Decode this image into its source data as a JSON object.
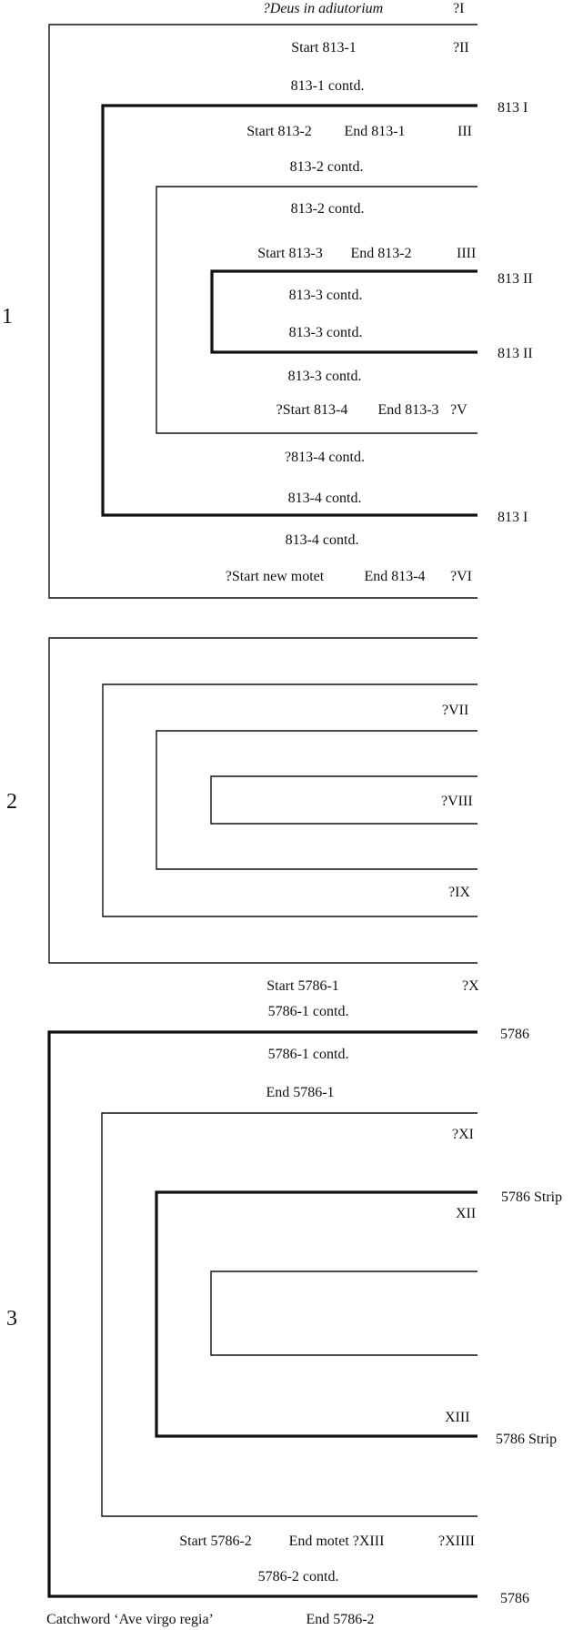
{
  "groups": [
    "1",
    "2",
    "3"
  ],
  "group1": {
    "top_label": "?Deus in adiutorium",
    "top_roman": "?I",
    "rows": {
      "start_813_1": "Start 813-1",
      "roman_ii": "?II",
      "contd_813_1": "813-1 contd.",
      "start_813_2": "Start 813-2",
      "end_813_1": "End 813-1",
      "roman_iii": "III",
      "contd_813_2_a": "813-2 contd.",
      "contd_813_2_b": "813-2 contd.",
      "start_813_3": "Start 813-3",
      "end_813_2": "End 813-2",
      "roman_iiii": "IIII",
      "contd_813_3_a": "813-3 contd.",
      "contd_813_3_b": "813-3 contd.",
      "contd_813_3_c": "813-3 contd.",
      "start_813_4": "?Start 813-4",
      "end_813_3": "End 813-3",
      "roman_v": "?V",
      "contd_813_4_a": "?813-4 contd.",
      "contd_813_4_b": "813-4 contd.",
      "contd_813_4_c": "813-4 contd.",
      "start_new_motet": "?Start new motet",
      "end_813_4": "End 813-4",
      "roman_vi": "?VI"
    },
    "side_labels": {
      "outer_top": "813 I",
      "inner_top": "813 II",
      "inner_bottom": "813 II",
      "outer_bottom": "813 I"
    }
  },
  "group2": {
    "roman_vii": "?VII",
    "roman_viii": "?VIII",
    "roman_ix": "?IX"
  },
  "group3": {
    "start_5786_1": "Start 5786-1",
    "roman_x": "?X",
    "contd_5786_1_a": "5786-1 contd.",
    "contd_5786_1_b": "5786-1 contd.",
    "end_5786_1": "End 5786-1",
    "roman_xi": "?XI",
    "roman_xii": "XII",
    "roman_xiii": "XIII",
    "start_5786_2": "Start 5786-2",
    "end_motet": "End motet ?XIII",
    "roman_xiiii": "?XIIII",
    "contd_5786_2": "5786-2 contd.",
    "catchword": "Catchword ‘Ave virgo regia’",
    "end_5786_2": "End 5786-2",
    "side_labels": {
      "outer_top": "5786",
      "strip_top": "5786 Strip",
      "strip_bottom": "5786 Strip",
      "outer_bottom": "5786"
    }
  }
}
